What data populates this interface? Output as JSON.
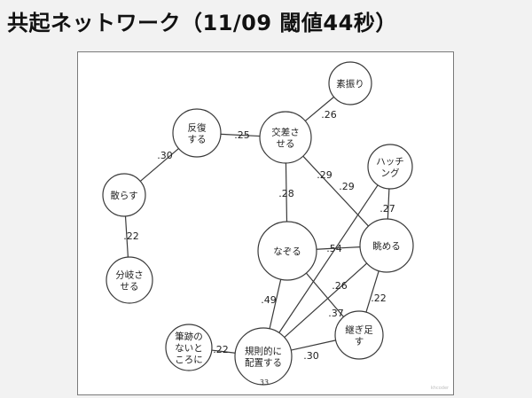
{
  "title": "共起ネットワーク（11/09 閾値44秒）",
  "diagram": {
    "nodes": [
      {
        "id": "sofuri",
        "lines": [
          "素振り"
        ]
      },
      {
        "id": "hanpuku",
        "lines": [
          "反復",
          "する"
        ]
      },
      {
        "id": "kousa",
        "lines": [
          "交差さ",
          "せる"
        ]
      },
      {
        "id": "hatching",
        "lines": [
          "ハッチ",
          "ング"
        ]
      },
      {
        "id": "chirasu",
        "lines": [
          "散らす"
        ]
      },
      {
        "id": "nazoru",
        "lines": [
          "なぞる"
        ]
      },
      {
        "id": "nagameru",
        "lines": [
          "眺める"
        ]
      },
      {
        "id": "bunki",
        "lines": [
          "分岐さ",
          "せる"
        ]
      },
      {
        "id": "tsugitasu",
        "lines": [
          "継ぎ足",
          "す"
        ]
      },
      {
        "id": "hisseki",
        "lines": [
          "筆跡の",
          "ないと",
          "ころに"
        ]
      },
      {
        "id": "kisoku",
        "lines": [
          "規則的に",
          "配置する"
        ]
      }
    ],
    "edges": [
      {
        "from": "kousa",
        "to": "sofuri",
        "weight": ".26"
      },
      {
        "from": "hanpuku",
        "to": "kousa",
        "weight": ".25"
      },
      {
        "from": "chirasu",
        "to": "hanpuku",
        "weight": ".30"
      },
      {
        "from": "chirasu",
        "to": "bunki",
        "weight": ".22"
      },
      {
        "from": "kousa",
        "to": "nazoru",
        "weight": ".28"
      },
      {
        "from": "kousa",
        "to": "nagameru",
        "weight": ".29"
      },
      {
        "from": "hatching",
        "to": "kisoku",
        "weight": ".29"
      },
      {
        "from": "hatching",
        "to": "nagameru",
        "weight": ".27"
      },
      {
        "from": "nazoru",
        "to": "nagameru",
        "weight": ".54"
      },
      {
        "from": "nazoru",
        "to": "kisoku",
        "weight": ".49"
      },
      {
        "from": "nagameru",
        "to": "kisoku",
        "weight": ".26"
      },
      {
        "from": "nazoru",
        "to": "tsugitasu",
        "weight": ".37"
      },
      {
        "from": "nagameru",
        "to": "tsugitasu",
        "weight": ".22"
      },
      {
        "from": "hisseki",
        "to": "kisoku",
        "weight": ".22"
      },
      {
        "from": "tsugitasu",
        "to": "kisoku",
        "weight": ".30"
      }
    ],
    "footer_number": "33",
    "watermark": "khcoder"
  }
}
